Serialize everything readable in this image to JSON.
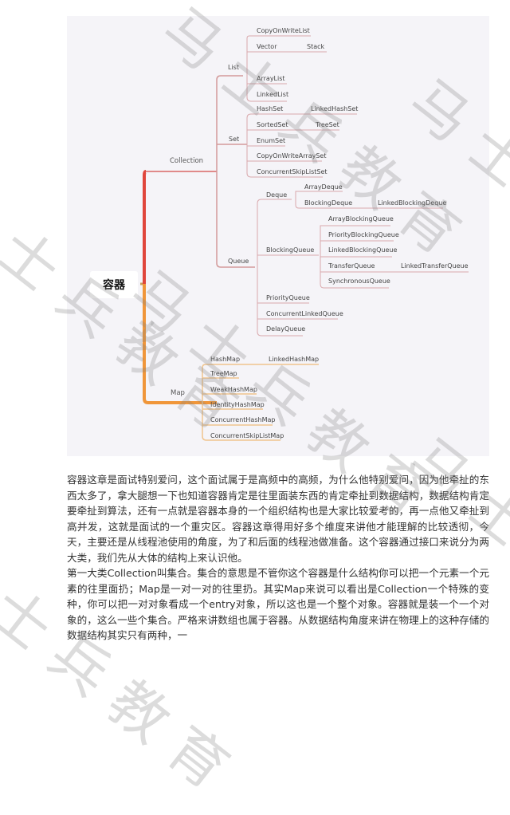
{
  "mindmap": {
    "root": "容器",
    "branches": {
      "collection": "Collection",
      "map": "Map"
    },
    "collection": {
      "list": {
        "label": "List",
        "items": [
          "CopyOnWriteList",
          "Vector",
          "ArrayList",
          "LinkedList"
        ],
        "vector_child": "Stack"
      },
      "set": {
        "label": "Set",
        "items": [
          "HashSet",
          "SortedSet",
          "EnumSet",
          "CopyOnWriteArraySet",
          "ConcurrentSkipListSet"
        ],
        "hashset_child": "LinkedHashSet",
        "sortedset_child": "TreeSet"
      },
      "queue": {
        "label": "Queue",
        "deque": {
          "label": "Deque",
          "items": [
            "ArrayDeque",
            "BlockingDeque"
          ],
          "blockingdeque_child": "LinkedBlockingDeque"
        },
        "blockingqueue": {
          "label": "BlockingQueue",
          "items": [
            "ArrayBlockingQueue",
            "PriorityBlockingQueue",
            "LinkedBlockingQueue",
            "TransferQueue",
            "SynchronousQueue"
          ],
          "transferqueue_child": "LinkedTransferQueue"
        },
        "others": [
          "PriorityQueue",
          "ConcurrentLinkedQueue",
          "DelayQueue"
        ]
      }
    },
    "map": {
      "items": [
        "HashMap",
        "TreeMap",
        "WeakHashMap",
        "IdentityHashMap",
        "ConcurrentHashMap",
        "ConcurrentSkipListMap"
      ],
      "hashmap_child": "LinkedHashMap"
    },
    "colors": {
      "collection_branch": "#e0463c",
      "map_branch": "#f0963a",
      "collection_lines": "#d9a0a4",
      "map_lines": "#f0c48e",
      "panel_bg": "#f5f4f8"
    }
  },
  "article": {
    "paragraphs": [
      "容器这章是面试特别爱问，这个面试属于是高频中的高频，为什么他特别爱问，因为他牵扯的东西太多了，拿大腿想一下也知道容器肯定是往里面装东西的肯定牵扯到数据结构，数据结构肯定要牵扯到算法，还有一点就是容器本身的一个组织结构也是大家比较爱考的，再一点他又牵扯到高并发，这就是面试的一个重灾区。容器这章得用好多个维度来讲他才能理解的比较透彻，今天，主要还是从线程池使用的角度，为了和后面的线程池做准备。这个容器通过接口来说分为两大类，我们先从大体的结构上来认识他。",
      "第一大类Collection叫集合。集合的意思是不管你这个容器是什么结构你可以把一个元素一个元素的往里面扔；Map是一对一对的往里扔。其实Map来说可以看出是Collection一个特殊的变种，你可以把一对对象看成一个entry对象，所以这也是一个整个对象。容器就是装一个一个对象的，这么一些个集合。严格来讲数组也属于容器。从数据结构角度来讲在物理上的这种存储的数据结构其实只有两种，一"
    ]
  },
  "watermark": {
    "text": "马士兵教育"
  }
}
